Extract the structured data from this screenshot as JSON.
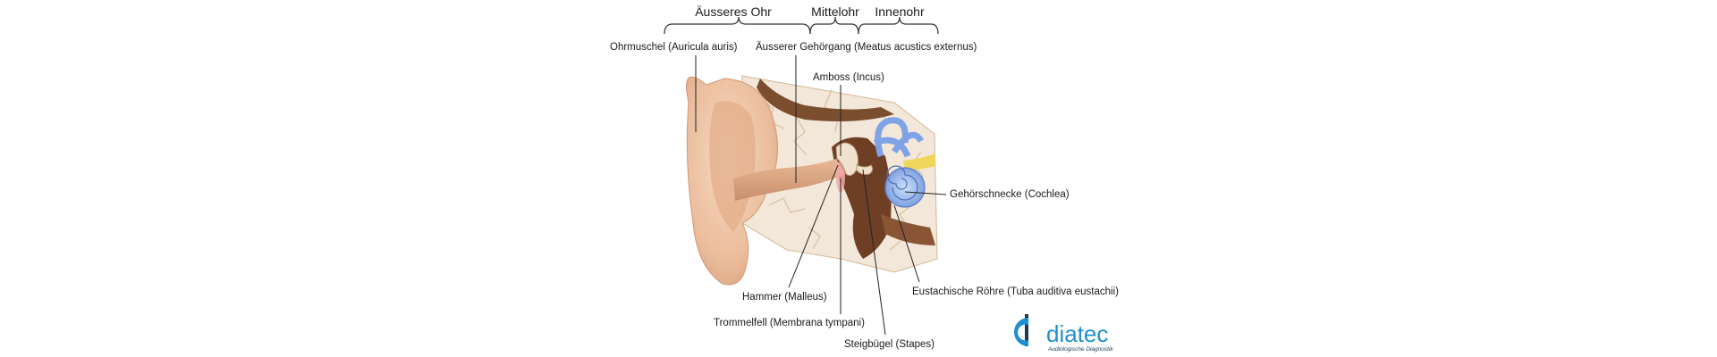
{
  "sections": {
    "outer": "Äusseres Ohr",
    "middle": "Mittelohr",
    "inner": "Innenohr"
  },
  "labels": {
    "pinna": "Ohrmuschel (Auricula auris)",
    "canal": "Äusserer Gehörgang (Meatus acustics externus)",
    "incus": "Amboss  (Incus)",
    "cochlea": "Gehörschnecke (Cochlea)",
    "eustachian": "Eustachische Röhre (Tuba auditiva eustachii)",
    "malleus": "Hammer (Malleus)",
    "eardrum": "Trommelfell (Membrana tympani)",
    "stapes": "Steigbügel (Stapes)"
  },
  "logo": {
    "name": "diatec",
    "tagline": "Audiologische Diagnostik"
  },
  "colors": {
    "skin": "#efc7a8",
    "skin_dark": "#d49c79",
    "bone": "#f3e7d9",
    "bone_crack": "#d9c0a4",
    "tissue": "#7a4e2f",
    "cochlea_blue": "#7fa3e6",
    "nerve_yellow": "#f0d55c",
    "logo_blue": "#1e8fd0",
    "logo_dark": "#1b3b57"
  }
}
